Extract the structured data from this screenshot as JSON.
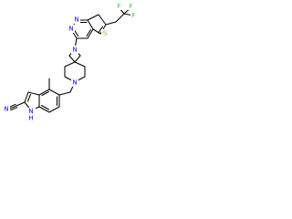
{
  "molecule": {
    "colors": {
      "bond": "#000000",
      "nitrogen": "#0000ff",
      "sulfur": "#b8a000",
      "fluorine": "#33cc33"
    },
    "atoms": {
      "N_pyrimidine_top": "N",
      "N_pyrimidine_left": "N",
      "S_thiophene": "S",
      "F_top_left": "F",
      "F_top_right": "F",
      "F_right": "F",
      "N_azetidine": "N",
      "N_piperidine": "N",
      "N_nitrile": "N",
      "NH_indole_N": "N",
      "NH_indole_H": "H"
    }
  }
}
